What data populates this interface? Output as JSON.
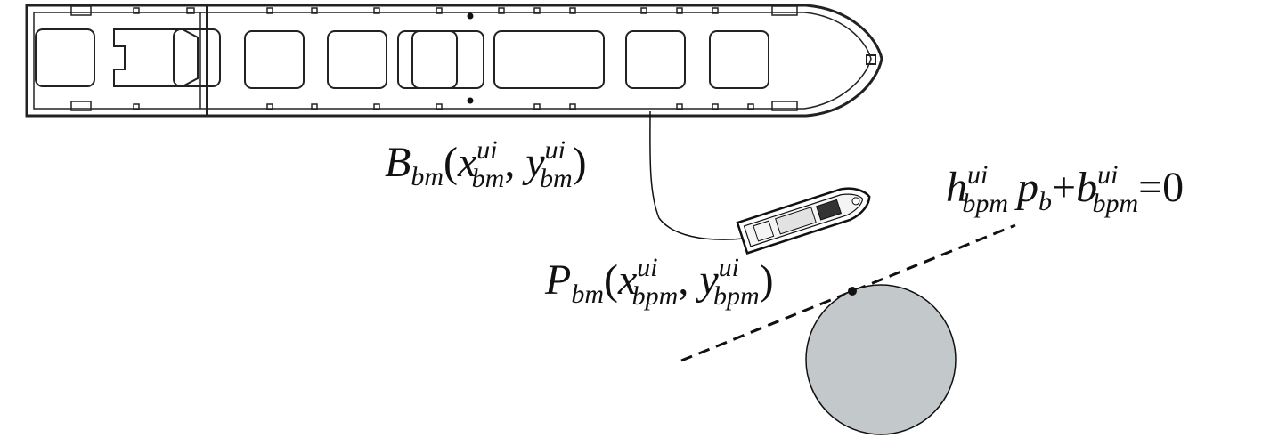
{
  "labels": {
    "B_point": {
      "symbol": "B",
      "sub": "bm",
      "x": "x",
      "x_sup": "ui",
      "x_sub": "bm",
      "y": "y",
      "y_sup": "ui",
      "y_sub": "bm"
    },
    "P_point": {
      "symbol": "P",
      "sub": "bm",
      "x": "x",
      "x_sup": "ui",
      "x_sub": "bpm",
      "y": "y",
      "y_sup": "ui",
      "y_sub": "bpm"
    },
    "line_eq": {
      "h": "h",
      "h_sup": "ui",
      "h_sub": "bpm",
      "p": "p",
      "p_sub": "b",
      "plus": "+",
      "b": "b",
      "b_sup": "ui",
      "b_sub": "bpm",
      "eq": "=0"
    }
  },
  "colors": {
    "line": "#111111",
    "obstacle": "#c3c9cb",
    "hull": "#222222"
  }
}
